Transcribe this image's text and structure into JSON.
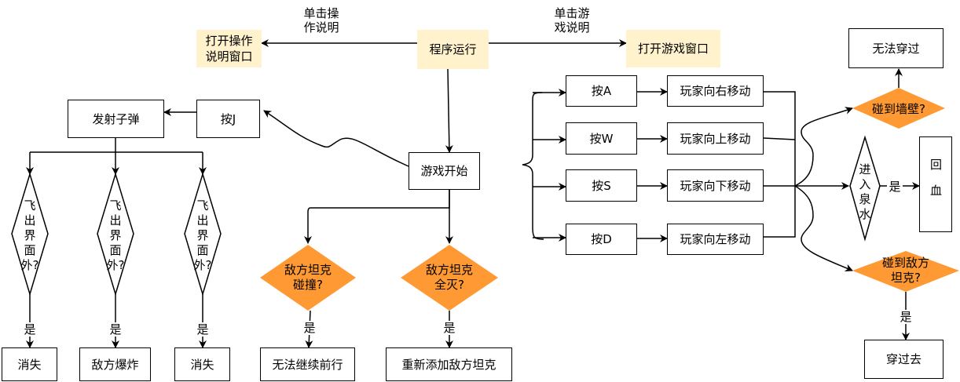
{
  "nodes": {
    "program_run": "程序运行",
    "open_op_window": "打开操作\n说明窗口",
    "open_game_window": "打开游戏窗口",
    "game_start": "游戏开始",
    "press_j": "按J",
    "fire_bullet": "发射子弹",
    "fly_out_1": "飞出界面外?",
    "fly_out_2": "飞出界面外?",
    "fly_out_3": "飞出界面外?",
    "vanish_1": "消失",
    "enemy_explode": "敌方爆炸",
    "vanish_2": "消失",
    "enemy_collide": "敌方坦克\n碰撞?",
    "cannot_advance": "无法继续前行",
    "enemy_all_dead": "敌方坦克\n全灭?",
    "readd_enemy": "重新添加敌方坦克",
    "press_a": "按A",
    "press_w": "按W",
    "press_s": "按S",
    "press_d": "按D",
    "move_right": "玩家向右移动",
    "move_up": "玩家向上移动",
    "move_down": "玩家向下移动",
    "move_left": "玩家向左移动",
    "hit_wall": "碰到墙壁?",
    "cannot_pass": "无法穿过",
    "enter_spring": "进入泉水",
    "restore_hp": "回血",
    "hit_enemy_tank": "碰到敌方\n坦克?",
    "pass_through": "穿过去"
  },
  "edge_labels": {
    "click_op": "单击操\n作说明",
    "click_game": "单击游\n戏说明",
    "yes": "是"
  },
  "colors": {
    "yellow_fill": "#fff2cc",
    "orange_fill": "#ff9933"
  }
}
